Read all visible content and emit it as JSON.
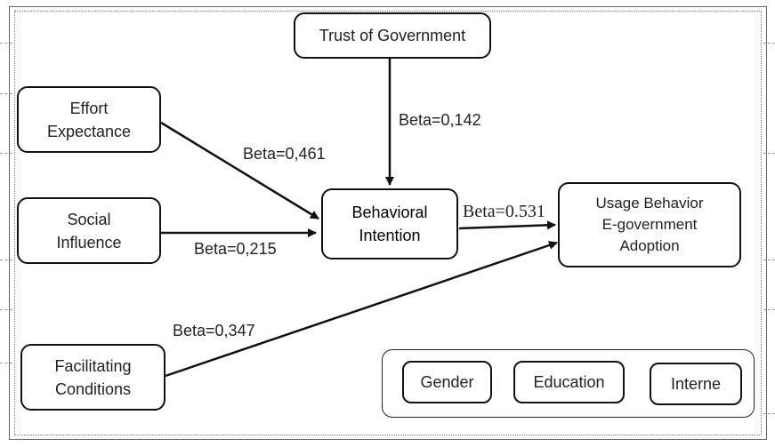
{
  "nodes": {
    "trust_of_government": [
      "Trust of Government"
    ],
    "effort_expectance": [
      "Effort",
      "Expectance"
    ],
    "social_influence": [
      "Social",
      "Influence"
    ],
    "facilitating_conditions": [
      "Facilitating",
      "Conditions"
    ],
    "behavioral_intention": [
      "Behavioral",
      "Intention"
    ],
    "usage_behavior": [
      "Usage Behavior",
      "E-government",
      "Adoption"
    ]
  },
  "moderators": [
    "Gender",
    "Education",
    "Interne"
  ],
  "paths": [
    {
      "from": "trust_of_government",
      "to": "behavioral_intention",
      "label": "Beta=0,142"
    },
    {
      "from": "effort_expectance",
      "to": "behavioral_intention",
      "label": "Beta=0,461"
    },
    {
      "from": "social_influence",
      "to": "behavioral_intention",
      "label": "Beta=0,215"
    },
    {
      "from": "behavioral_intention",
      "to": "usage_behavior",
      "label": "Beta=0.531"
    },
    {
      "from": "facilitating_conditions",
      "to": "usage_behavior",
      "label": "Beta=0,347"
    }
  ]
}
